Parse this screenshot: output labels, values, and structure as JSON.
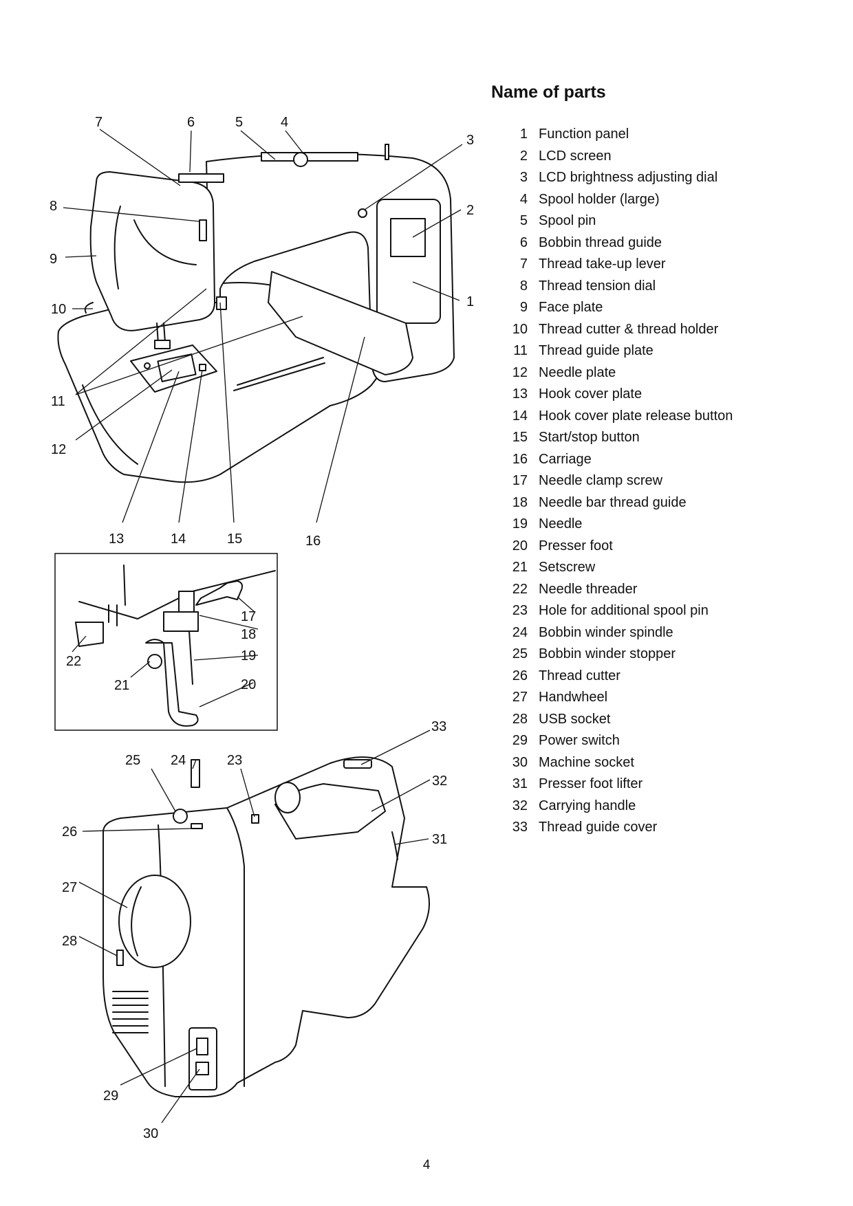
{
  "section_title": "Name of parts",
  "page_number": "4",
  "parts": [
    {
      "num": "1",
      "name": "Function panel"
    },
    {
      "num": "2",
      "name": "LCD screen"
    },
    {
      "num": "3",
      "name": "LCD brightness adjusting dial"
    },
    {
      "num": "4",
      "name": "Spool holder (large)"
    },
    {
      "num": "5",
      "name": "Spool pin"
    },
    {
      "num": "6",
      "name": "Bobbin thread guide"
    },
    {
      "num": "7",
      "name": "Thread take-up lever"
    },
    {
      "num": "8",
      "name": "Thread tension dial"
    },
    {
      "num": "9",
      "name": "Face plate"
    },
    {
      "num": "10",
      "name": "Thread cutter & thread holder"
    },
    {
      "num": "11",
      "name": "Thread guide plate"
    },
    {
      "num": "12",
      "name": "Needle plate"
    },
    {
      "num": "13",
      "name": "Hook cover plate"
    },
    {
      "num": "14",
      "name": "Hook cover plate release button"
    },
    {
      "num": "15",
      "name": "Start/stop button"
    },
    {
      "num": "16",
      "name": "Carriage"
    },
    {
      "num": "17",
      "name": "Needle clamp screw"
    },
    {
      "num": "18",
      "name": "Needle bar thread guide"
    },
    {
      "num": "19",
      "name": "Needle"
    },
    {
      "num": "20",
      "name": "Presser foot"
    },
    {
      "num": "21",
      "name": "Setscrew"
    },
    {
      "num": "22",
      "name": "Needle threader"
    },
    {
      "num": "23",
      "name": "Hole for additional spool pin"
    },
    {
      "num": "24",
      "name": "Bobbin winder spindle"
    },
    {
      "num": "25",
      "name": "Bobbin winder stopper"
    },
    {
      "num": "26",
      "name": "Thread cutter"
    },
    {
      "num": "27",
      "name": "Handwheel"
    },
    {
      "num": "28",
      "name": "USB socket"
    },
    {
      "num": "29",
      "name": "Power switch"
    },
    {
      "num": "30",
      "name": "Machine socket"
    },
    {
      "num": "31",
      "name": "Presser foot lifter"
    },
    {
      "num": "32",
      "name": "Carrying handle"
    },
    {
      "num": "33",
      "name": "Thread guide cover"
    }
  ],
  "callouts": {
    "front": [
      "7",
      "6",
      "5",
      "4",
      "3",
      "8",
      "2",
      "9",
      "1",
      "10",
      "11",
      "12",
      "13",
      "14",
      "15",
      "16"
    ],
    "detail": [
      "17",
      "18",
      "19",
      "22",
      "21",
      "20"
    ],
    "rear": [
      "33",
      "25",
      "24",
      "23",
      "32",
      "26",
      "31",
      "27",
      "28",
      "29",
      "30"
    ]
  }
}
